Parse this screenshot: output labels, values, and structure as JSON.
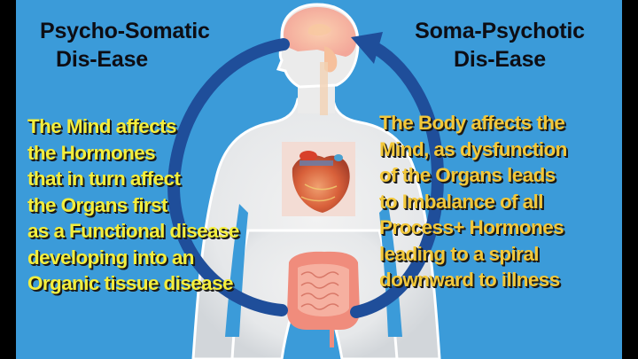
{
  "slide": {
    "background_color": "#3b9bd9",
    "arrow_color": "#1f4e9a",
    "left_panel": {
      "heading": [
        "Psycho-Somatic",
        "Dis-Ease"
      ],
      "text_color": "#f4ee3c",
      "lines": [
        "The Mind affects",
        "the Hormones",
        "that in turn affect",
        "the Organs first",
        "as a Functional disease",
        "developing into an",
        "Organic tissue disease"
      ]
    },
    "right_panel": {
      "heading": [
        "Soma-Psychotic",
        "Dis-Ease"
      ],
      "text_color": "#f3c83a",
      "lines": [
        "The Body affects the",
        "Mind, as dysfunction",
        "of the Organs leads",
        "to Imbalance of all",
        "Process+ Hormones",
        "leading to a spiral",
        "downward to illness"
      ]
    },
    "figure": {
      "icons": [
        "human-body-icon",
        "brain-icon",
        "heart-icon",
        "intestines-icon",
        "cycle-arrow-icon"
      ]
    }
  }
}
